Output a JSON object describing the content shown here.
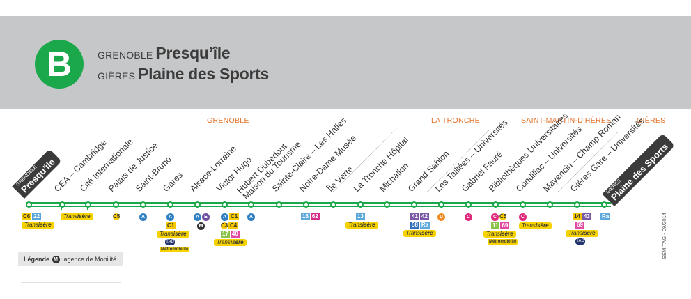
{
  "header": {
    "line_letter": "B",
    "origin": {
      "city": "GRENOBLE",
      "stop": "Presqu’île"
    },
    "destination": {
      "city": "GIÈRES",
      "stop": "Plaine des Sports"
    }
  },
  "colors": {
    "line": "#1ba84a",
    "city_label": "#e2722b",
    "header_bg": "#c6c7c9",
    "terminus_tag": "#3b3b3b"
  },
  "cities": [
    "GRENOBLE",
    "LA TRONCHE",
    "SAINT-MARTIN-D’HÈRES",
    "GIÈRES"
  ],
  "terminals": {
    "start": {
      "city": "GRENOBLE",
      "stop": "Presqu’île"
    },
    "end": {
      "city": "GIÈRES",
      "stop": "Plaine des Sports"
    }
  },
  "stops": [
    {
      "name": [
        "CEA – Cambridge"
      ],
      "connections": []
    },
    {
      "name": [
        "Cité Internationale"
      ],
      "connections": []
    },
    {
      "name": [
        "Palais de Justice"
      ],
      "connections": [
        "C5"
      ]
    },
    {
      "name": [
        "Saint-Bruno"
      ],
      "connections": [
        "A"
      ]
    },
    {
      "name": [
        "Gares"
      ],
      "connections": [
        "A",
        "C1"
      ]
    },
    {
      "name": [
        "Alsace-Lorraine"
      ],
      "connections": [
        "A",
        "E"
      ]
    },
    {
      "name": [
        "Victor Hugo"
      ],
      "connections": [
        "A",
        "C1",
        "C3",
        "C4",
        "17",
        "40"
      ]
    },
    {
      "name": [
        "Hubert Dubedout",
        "Maison du Tourisme"
      ],
      "connections": [
        "A"
      ]
    },
    {
      "name": [
        "Sainte-Claire – Les Halles"
      ],
      "connections": []
    },
    {
      "name": [
        "Notre-Dame Musée"
      ],
      "connections": [
        "16",
        "62"
      ]
    },
    {
      "name": [
        "Île Verte"
      ],
      "connections": []
    },
    {
      "name": [
        "La Tronche Hôpital"
      ],
      "connections": [
        "13"
      ]
    },
    {
      "name": [
        "Michallon"
      ],
      "connections": []
    },
    {
      "name": [
        "Grand Sablon"
      ],
      "connections": [
        "41",
        "42",
        "58",
        "Ra"
      ]
    },
    {
      "name": [
        "Les Taillées – Universités"
      ],
      "connections": [
        "D"
      ]
    },
    {
      "name": [
        "Gabriel Fauré"
      ],
      "connections": [
        "C"
      ]
    },
    {
      "name": [
        "Bibliothèques Universitaires"
      ],
      "connections": [
        "C",
        "C5",
        "11",
        "69"
      ]
    },
    {
      "name": [
        "Condillac – Universités"
      ],
      "connections": [
        "C"
      ]
    },
    {
      "name": [
        "Mayencin – Champ Roman"
      ],
      "connections": []
    },
    {
      "name": [
        "Gières Gare – Universités"
      ],
      "connections": [
        "14",
        "43",
        "69"
      ]
    }
  ],
  "start_connections": [
    "C6",
    "22"
  ],
  "end_connections": [
    "Ra"
  ],
  "transisere": {
    "prefix": "Trans",
    "suffix": "isère"
  },
  "metro_label": "Métromobilité",
  "legend": {
    "title": "Légende",
    "icon": "M",
    "text": ": agence de Mobilité"
  },
  "credit": "SÉMITAG - 09/2014",
  "icons": {
    "A": "A",
    "C": "C",
    "D": "D",
    "E": "E",
    "M": "M",
    "tad": "TAD"
  }
}
